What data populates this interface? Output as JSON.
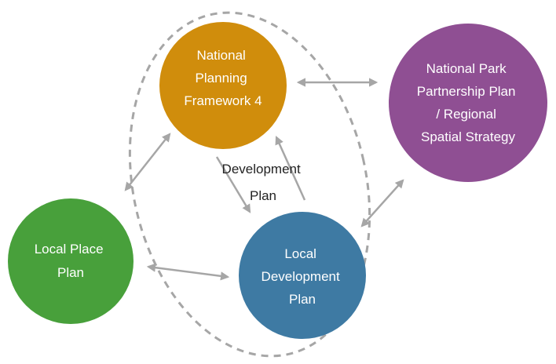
{
  "colors": {
    "npf4": "#d08d0c",
    "national_park": "#8f4f93",
    "local_place": "#48a03b",
    "ldp": "#3e7aa3",
    "arrow": "#a6a6a6",
    "boundary": "#a6a6a6"
  },
  "nodes": {
    "npf4": [
      "National",
      "Planning",
      "Framework 4"
    ],
    "national_park": [
      "National Park",
      "Partnership Plan",
      "/ Regional",
      "Spatial Strategy"
    ],
    "local_place": [
      "Local Place",
      "Plan"
    ],
    "ldp": [
      "Local",
      "Development",
      "Plan"
    ]
  },
  "development_plan_label": [
    "Development",
    "Plan"
  ]
}
